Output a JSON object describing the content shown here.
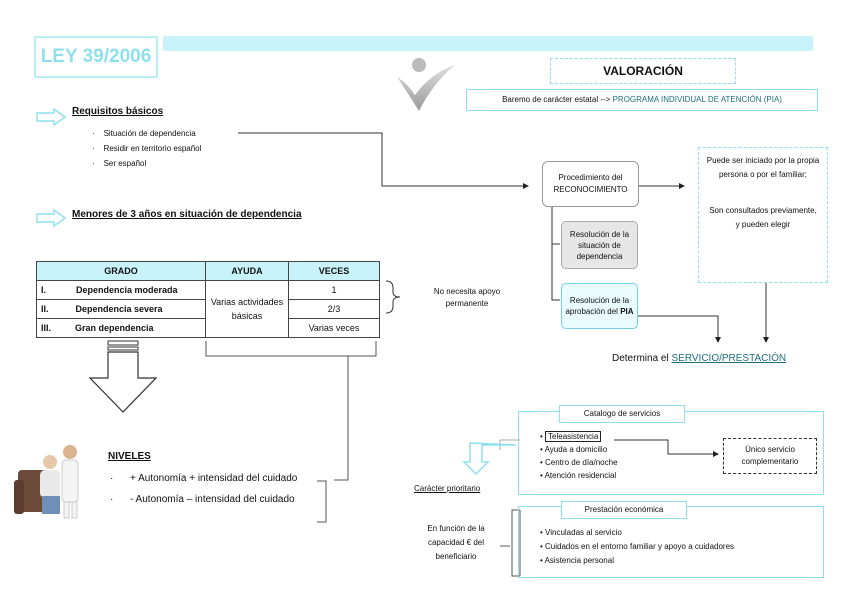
{
  "title": "LEY 39/2006",
  "valoracion": {
    "heading": "VALORACIÓN",
    "baremo_prefix": "Baremo de carácter estatal -->",
    "baremo_link": "PROGRAMA INDIVIDUAL DE ATENCIÓN (PIA)"
  },
  "requisitos": {
    "heading": "Requisitos básicos",
    "items": [
      "Situación de dependencia",
      "Residir en territorio español",
      "Ser español"
    ]
  },
  "menores": "Menores de 3 años en situación de dependencia",
  "table": {
    "headers": [
      "GRADO",
      "AYUDA",
      "VECES"
    ],
    "rows": [
      {
        "num": "I.",
        "grado": "Dependencia moderada",
        "veces": "1"
      },
      {
        "num": "II.",
        "grado": "Dependencia severa",
        "veces": "2/3"
      },
      {
        "num": "III.",
        "grado": "Gran dependencia",
        "veces": "Varias veces"
      }
    ],
    "ayuda": "Varias actividades básicas"
  },
  "no_necesita": "No necesita apoyo permanente",
  "niveles": {
    "heading": "NIVELES",
    "items": [
      "+ Autonomía + intensidad del cuidado",
      "- Autonomía  –  intensidad del cuidado"
    ]
  },
  "procedimiento": "Procedimiento del RECONOCIMIENTO",
  "resolucion_situacion": "Resolución de la situación de dependencia",
  "resolucion_pia_prefix": "Resolución de la aprobación del",
  "resolucion_pia_bold": "PIA",
  "puede_iniciado": "Puede ser iniciado por la propia persona o por el familiar;",
  "son_consultados": "Son consultados previamente, y pueden elegir",
  "determina_prefix": "Determina el",
  "determina_link": "SERVICIO/PRESTACIÓN",
  "catalogo": {
    "heading": "Catalogo de servicios",
    "items": [
      "Teleasistencia",
      "Ayuda a domicilio",
      "Centro de día/noche",
      "Atención residencial"
    ]
  },
  "unico_servicio": "Único servicio complementario",
  "caracter_prioritario": "Carácter prioritario",
  "prestacion": {
    "heading": "Prestación económica",
    "items": [
      "Vinculadas al servicio",
      "Cuidados en el entorno familiar y apoyo a cuidadores",
      "Asistencia personal"
    ]
  },
  "en_funcion": "En función de la capacidad € del beneficiario",
  "colors": {
    "accent": "#8fe0ef",
    "accent_fill": "#c8f3fa",
    "gray_box": "#e6e6e6"
  }
}
